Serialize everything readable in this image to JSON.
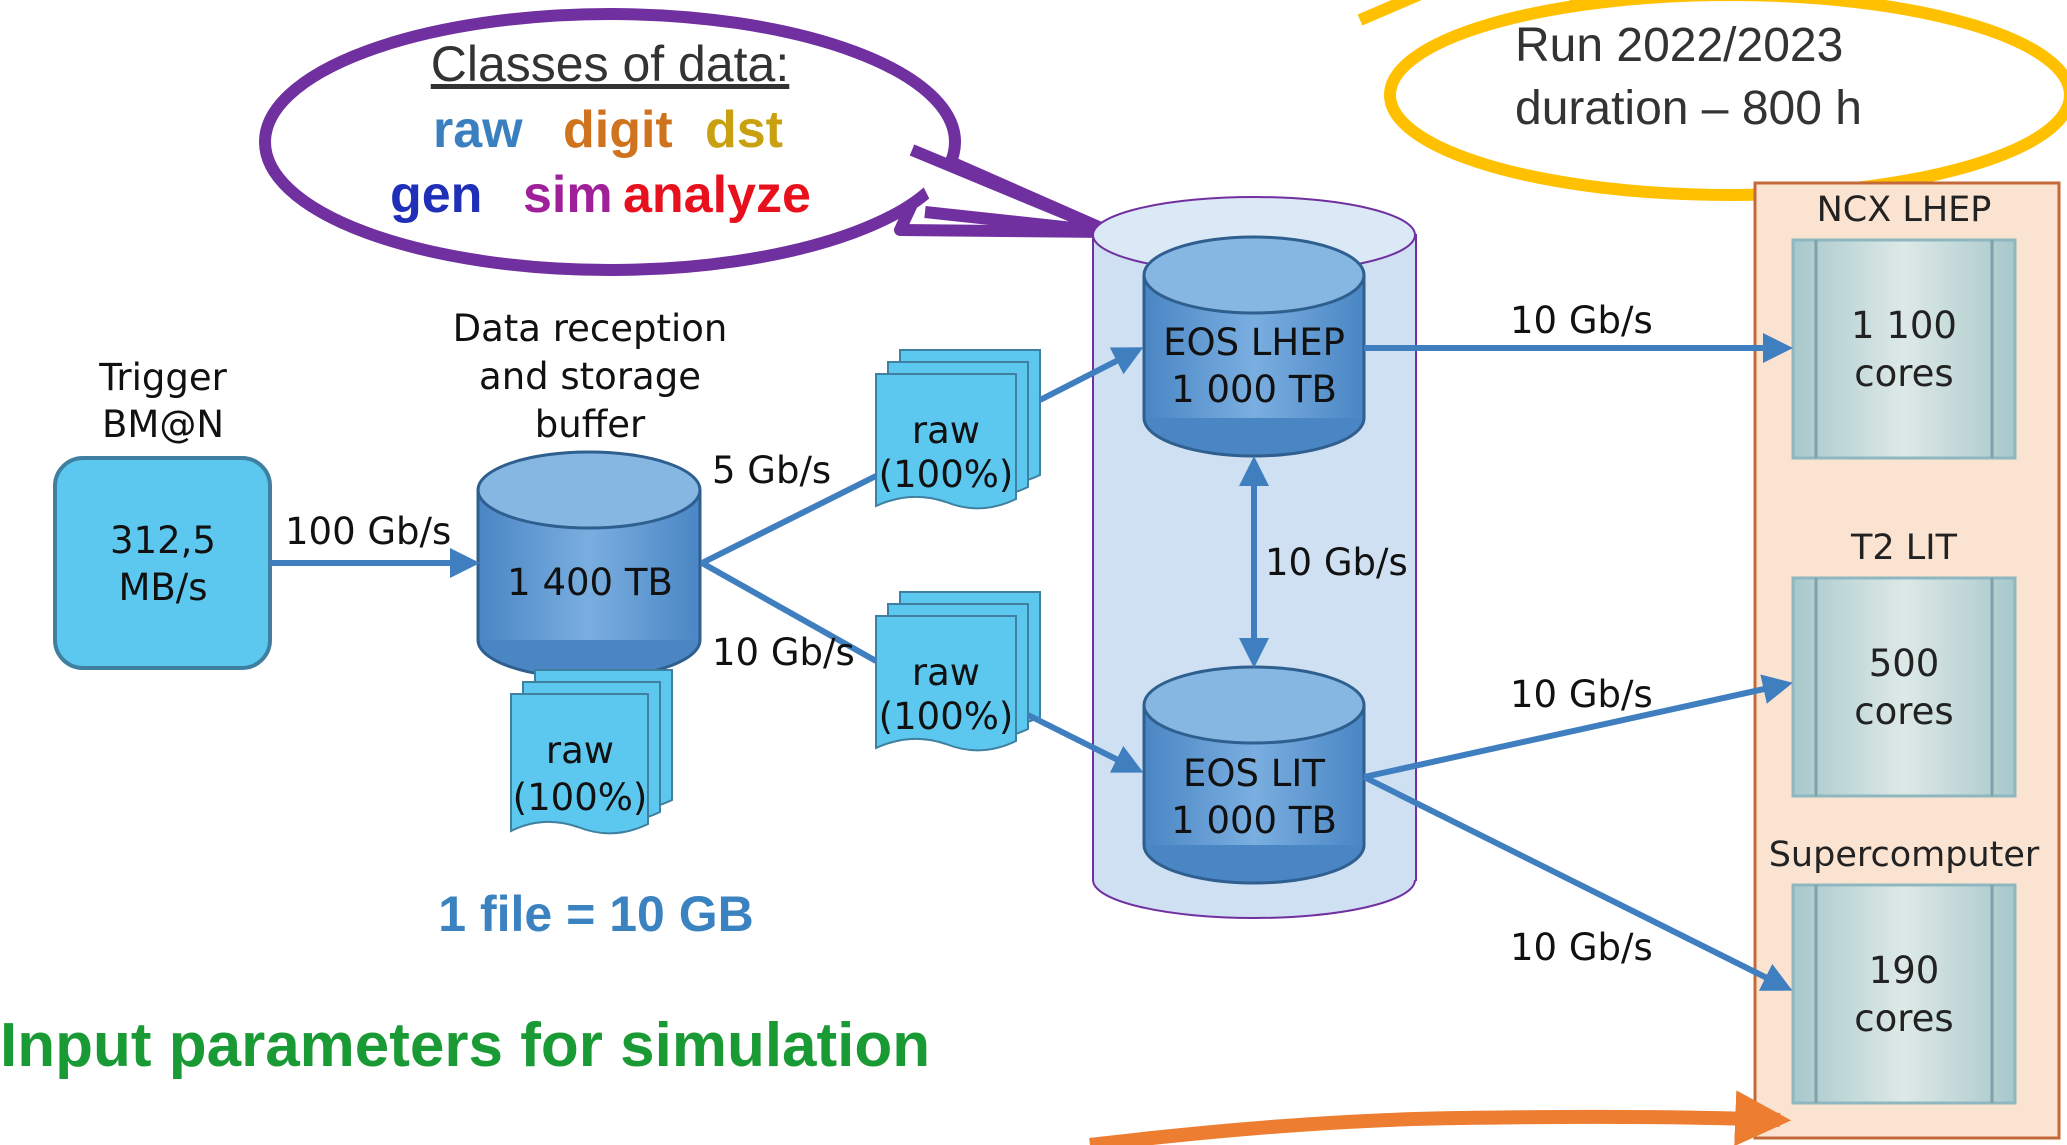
{
  "classes_bubble": {
    "title": "Classes of data:",
    "items": [
      {
        "label": "raw",
        "color": "#3a80c0"
      },
      {
        "label": "digit",
        "color": "#d0731f"
      },
      {
        "label": "dst",
        "color": "#c8a010"
      },
      {
        "label": "gen",
        "color": "#1f2fb8"
      },
      {
        "label": "sim",
        "color": "#a0209a"
      },
      {
        "label": "analyze",
        "color": "#e8101c"
      }
    ]
  },
  "run_bubble": {
    "line1": "Run 2022/2023",
    "line2": "duration – 800 h"
  },
  "trigger": {
    "title_line1": "Trigger",
    "title_line2": "BM@N",
    "rate_line1": "312,5",
    "rate_line2": "MB/s"
  },
  "buffer": {
    "title_line1": "Data reception",
    "title_line2": "and storage",
    "title_line3": "buffer",
    "capacity": "1 400 TB"
  },
  "links": {
    "trigger_to_buffer": "100 Gb/s",
    "buffer_to_lhep": "5 Gb/s",
    "buffer_to_lit": "10 Gb/s",
    "lhep_lit": "10 Gb/s",
    "lhep_to_ncx": "10 Gb/s",
    "lit_to_t2": "10 Gb/s",
    "lit_to_super": "10 Gb/s"
  },
  "raw_docs": [
    {
      "line1": "raw",
      "line2": "(100%)"
    },
    {
      "line1": "raw",
      "line2": "(100%)"
    },
    {
      "line1": "raw",
      "line2": "(100%)"
    }
  ],
  "storage": {
    "eos_lhep": {
      "line1": "EOS LHEP",
      "line2": "1 000 TB"
    },
    "eos_lit": {
      "line1": "EOS LIT",
      "line2": "1 000 TB"
    }
  },
  "file_note": "1 file = 10 GB",
  "heading": "Input parameters for simulation",
  "clusters": [
    {
      "name": "NCX LHEP",
      "cores_line1": "1 100",
      "cores_line2": "cores"
    },
    {
      "name": "T2 LIT",
      "cores_line1": "500",
      "cores_line2": "cores"
    },
    {
      "name": "Supercomputer",
      "cores_line1": "190",
      "cores_line2": "cores"
    }
  ],
  "colors": {
    "arrow": "#3f7fbf",
    "purple_bubble": "#7030a0",
    "yellow_bubble": "#ffc000",
    "orange_arrow": "#ed7d31",
    "cylinder_body": "#5b9bd5",
    "cylinder_top": "#86b7e3",
    "box_fill": "#5cc8ef",
    "panel_fill": "#fbe3d2",
    "panel_border": "#c46a3a",
    "heading_green": "#1a9a34"
  }
}
